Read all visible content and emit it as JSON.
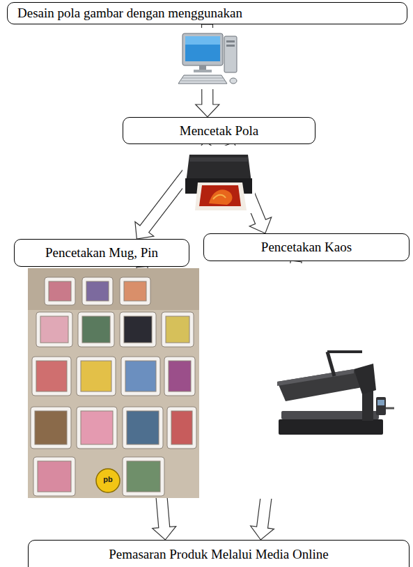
{
  "diagram": {
    "nodes": [
      {
        "text": [
          "Desain pola gambar dengan menggunakan"
        ]
      },
      {
        "text": [
          "Mencetak Pola"
        ]
      },
      {
        "text": [
          "Pencetakan Mug, Pin"
        ]
      },
      {
        "text": [
          "Pencetakan Kaos"
        ]
      },
      {
        "text": [
          "Pemasaran Produk Melalui Media Online"
        ]
      }
    ],
    "edges": [
      {
        "from": 0,
        "to": 1,
        "arrow": "to"
      },
      {
        "from": 1,
        "to": 2,
        "arrow": "to"
      },
      {
        "from": 1,
        "to": 3,
        "arrow": "to"
      },
      {
        "from": 2,
        "to": 4,
        "arrow": "to"
      },
      {
        "from": 3,
        "to": 4,
        "arrow": "to"
      }
    ],
    "labels": [
      "pb"
    ]
  }
}
